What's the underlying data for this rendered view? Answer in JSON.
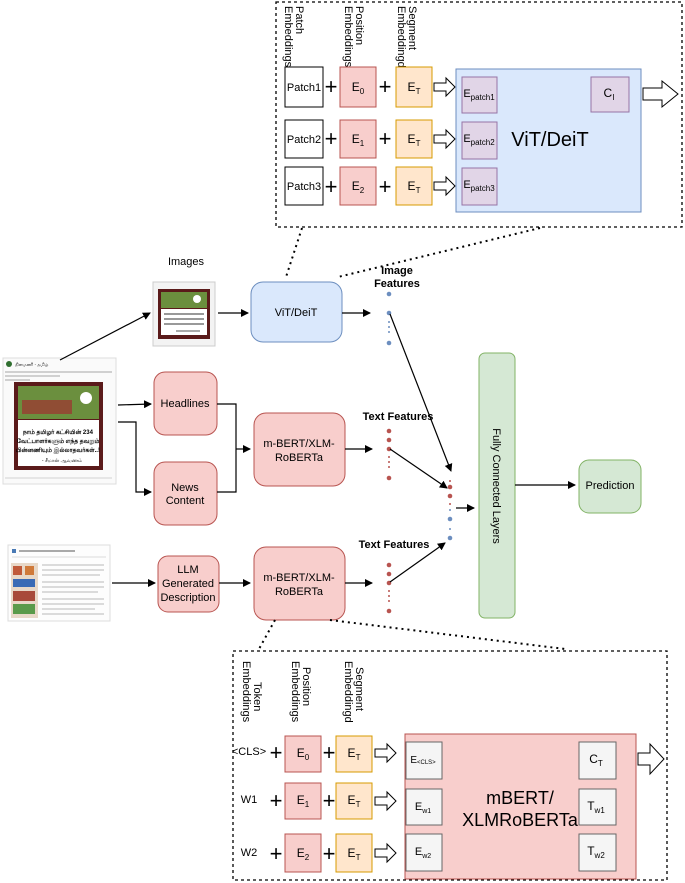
{
  "vit_detail": {
    "col_headers": {
      "patch": [
        "Patch",
        "Embeddings"
      ],
      "position": [
        "Position",
        "Embeddings"
      ],
      "segment": [
        "Segment",
        "Embeddingd"
      ]
    },
    "patches": [
      "Patch1",
      "Patch2",
      "Patch3"
    ],
    "position_embeddings": [
      {
        "base": "E",
        "sub": "0"
      },
      {
        "base": "E",
        "sub": "1"
      },
      {
        "base": "E",
        "sub": "2"
      }
    ],
    "segment_embeddings": [
      {
        "base": "E",
        "sub": "T"
      },
      {
        "base": "E",
        "sub": "T"
      },
      {
        "base": "E",
        "sub": "T"
      }
    ],
    "encoder_tokens": [
      {
        "base": "E",
        "sub": "patch1"
      },
      {
        "base": "E",
        "sub": "patch2"
      },
      {
        "base": "E",
        "sub": "patch3"
      }
    ],
    "cls_output": {
      "base": "C",
      "sub": "I"
    },
    "model_label": "ViT/DeiT"
  },
  "main": {
    "images_label": "Images",
    "vit_label": "ViT/DeiT",
    "image_features_label": [
      "Image",
      "Features"
    ],
    "headlines_label": "Headlines",
    "news_content_label": [
      "News",
      "Content"
    ],
    "mbert_label_1": [
      "m-BERT/XLM-",
      "RoBERTa"
    ],
    "text_features_label_1": "Text Features",
    "llm_label": [
      "LLM",
      "Generated",
      "Description"
    ],
    "mbert_label_2": [
      "m-BERT/XLM-",
      "RoBERTa"
    ],
    "text_features_label_2": "Text Features",
    "fc_label": "Fully Connected Layers",
    "prediction_label": "Prediction"
  },
  "post_thumbnail": {
    "header_line": "தினமணி - தமிழ்",
    "tamil_text": [
      "நாம் தமிழர் கட்சியின் 234",
      "வேட்பாளர்களும் எந்த தவறும்",
      "பின்னணியும் இல்லாதவர்கள்..!"
    ],
    "footer_text": "- சீமான் ஆவணம்"
  },
  "bert_detail": {
    "col_headers": {
      "token": [
        "Token",
        "Embeddings"
      ],
      "position": [
        "Position",
        "Embeddings"
      ],
      "segment": [
        "Segment",
        "Embeddingd"
      ]
    },
    "tokens": [
      "<CLS>",
      "W1",
      "W2"
    ],
    "position_embeddings": [
      {
        "base": "E",
        "sub": "0"
      },
      {
        "base": "E",
        "sub": "1"
      },
      {
        "base": "E",
        "sub": "2"
      }
    ],
    "segment_embeddings": [
      {
        "base": "E",
        "sub": "T"
      },
      {
        "base": "E",
        "sub": "T"
      },
      {
        "base": "E",
        "sub": "T"
      }
    ],
    "encoder_inputs": [
      {
        "base": "E",
        "sub": "<CLS>"
      },
      {
        "base": "E",
        "sub": "w1"
      },
      {
        "base": "E",
        "sub": "w2"
      }
    ],
    "encoder_outputs": [
      {
        "base": "C",
        "sub": "T"
      },
      {
        "base": "T",
        "sub": "w1"
      },
      {
        "base": "T",
        "sub": "w2"
      }
    ],
    "model_label": [
      "mBERT/",
      "XLMRoBERTa"
    ]
  },
  "colors": {
    "blue_fill": "#dae8fc",
    "blue_stroke": "#6c8ebf",
    "red_fill": "#f8cecc",
    "red_stroke": "#b85450",
    "green_fill": "#d5e8d4",
    "green_stroke": "#82b366",
    "orange_fill": "#ffe6cc",
    "orange_stroke": "#d79b00",
    "purple_fill": "#e1d5e7",
    "purple_stroke": "#9673a6",
    "grey_fill": "#f5f5f5",
    "grey_stroke": "#666666",
    "dot_blue": "#6c8ebf",
    "dot_red": "#b85450"
  }
}
